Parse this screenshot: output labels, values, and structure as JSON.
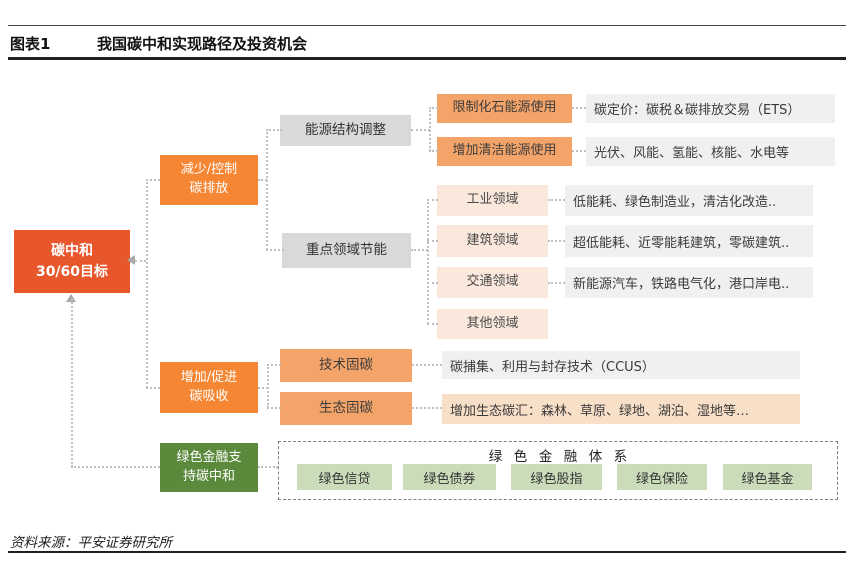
{
  "header": {
    "figure_label": "图表1",
    "title": "我国碳中和实现路径及投资机会"
  },
  "root_node": {
    "label": "碳中和\n30/60目标"
  },
  "branches": {
    "reduce": {
      "label": "减少/控制\n碳排放"
    },
    "increase": {
      "label": "增加/促进\n碳吸收"
    },
    "finance": {
      "label": "绿色金融支\n持碳中和"
    }
  },
  "energy": {
    "category": "能源结构调整",
    "items": [
      {
        "label": "限制化石能源使用",
        "desc": "碳定价：碳税＆碳排放交易（ETS）"
      },
      {
        "label": "增加清洁能源使用",
        "desc": "光伏、风能、氢能、核能、水电等"
      }
    ]
  },
  "key_areas": {
    "category": "重点领域节能",
    "items": [
      {
        "label": "工业领域",
        "desc": "低能耗、绿色制造业，清洁化改造.."
      },
      {
        "label": "建筑领域",
        "desc": "超低能耗、近零能耗建筑，零碳建筑.."
      },
      {
        "label": "交通领域",
        "desc": "新能源汽车，铁路电气化，港口岸电.."
      },
      {
        "label": "其他领域"
      }
    ]
  },
  "sequestration": {
    "items": [
      {
        "label": "技术固碳",
        "desc": "碳捕集、利用与封存技术（CCUS）"
      },
      {
        "label": "生态固碳",
        "desc": "增加生态碳汇：森林、草原、绿地、湖泊、湿地等…"
      }
    ]
  },
  "green_finance": {
    "title": "绿色金融体系",
    "items": [
      "绿色信贷",
      "绿色债券",
      "绿色股指",
      "绿色保险",
      "绿色基金"
    ]
  },
  "footer": {
    "source": "资料来源：平安证券研究所"
  },
  "colors": {
    "primary_orange": "#E8562B",
    "bright_orange": "#F58633",
    "mid_orange": "#F4A469",
    "pale_pink": "#FAE8DC",
    "pale_pink_desc": "#F8DFC8",
    "gray_box": "#D9D9D9",
    "desc_gray": "#F0F0F0",
    "green_dark": "#5B8A3C",
    "green_light": "#CBDCBB"
  }
}
